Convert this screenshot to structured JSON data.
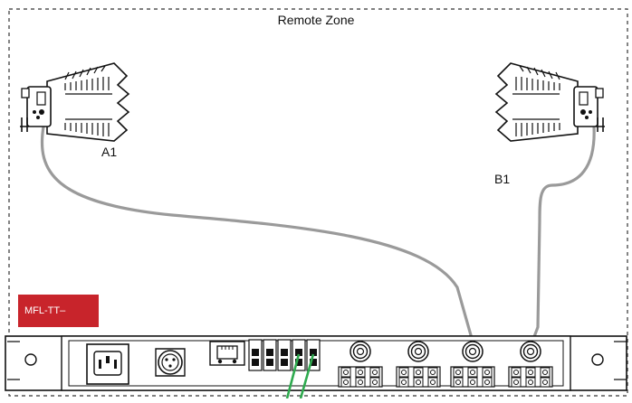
{
  "zone": {
    "title": "Remote Zone",
    "border_style": "dashed"
  },
  "antennas": [
    {
      "id": "A1",
      "label": "A1"
    },
    {
      "id": "B1",
      "label": "B1"
    }
  ],
  "device": {
    "model_badge": "MFL-TT–",
    "badge_color": "#c8242b"
  },
  "colors": {
    "cable": "#9a9a9a",
    "fiber": "#2faa4f",
    "outline": "#111111"
  },
  "icons": [
    "log-periodic-antenna-icon",
    "iec-power-inlet-icon",
    "xlr-connector-icon",
    "ethernet-port-icon",
    "fiber-port-icon",
    "bnc-connector-icon"
  ]
}
